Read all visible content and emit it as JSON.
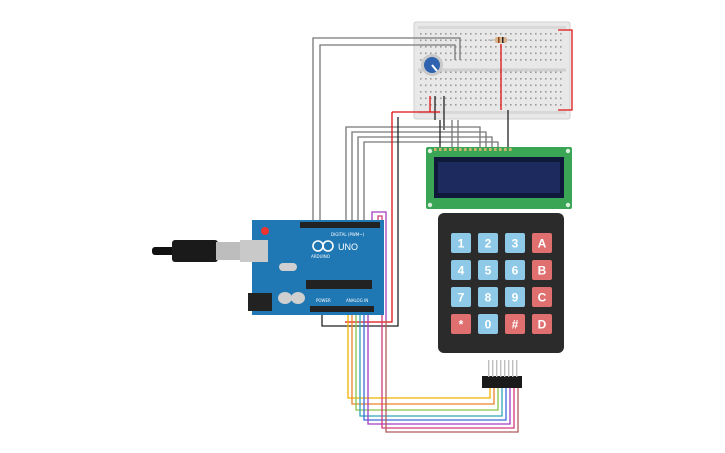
{
  "arduino": {
    "model": "UNO",
    "brand": "ARDUINO",
    "header_top": "DIGITAL (PWM~)",
    "header_bottom_left": "POWER",
    "header_bottom_right": "ANALOG IN"
  },
  "keypad": {
    "rows": [
      [
        "1",
        "2",
        "3",
        "A"
      ],
      [
        "4",
        "5",
        "6",
        "B"
      ],
      [
        "7",
        "8",
        "9",
        "C"
      ],
      [
        "*",
        "0",
        "#",
        "D"
      ]
    ]
  },
  "colors": {
    "board_blue": "#1f77b4",
    "lcd_green": "#3aa655",
    "lcd_screen": "#1d2a5e",
    "key_blue": "#8ec9e8",
    "key_red": "#e07070",
    "keypad_body": "#2b2b2b",
    "breadboard": "#e6e6e6"
  }
}
